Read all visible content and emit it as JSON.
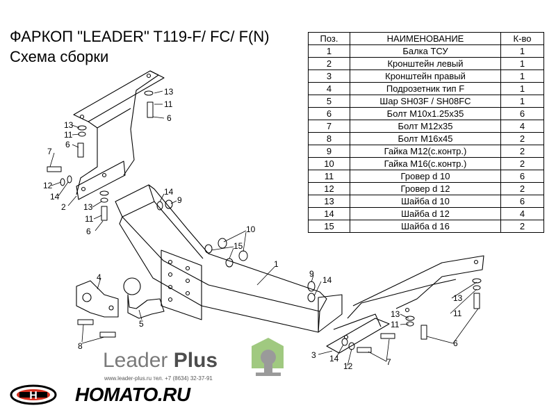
{
  "title": "ФАРКОП \"LEADER\" T119-F/ FC/ F(N)",
  "subtitle": "Схема сборки",
  "table": {
    "headers": [
      "Поз.",
      "НАИМЕНОВАНИЕ",
      "К-во"
    ],
    "rows": [
      [
        "1",
        "Балка ТСУ",
        "1"
      ],
      [
        "2",
        "Кронштейн левый",
        "1"
      ],
      [
        "3",
        "Кронштейн правый",
        "1"
      ],
      [
        "4",
        "Подрозетник тип F",
        "1"
      ],
      [
        "5",
        "Шар SH03F / SH08FC",
        "1"
      ],
      [
        "6",
        "Болт М10х1.25х35",
        "6"
      ],
      [
        "7",
        "Болт М12х35",
        "4"
      ],
      [
        "8",
        "Болт М16х45",
        "2"
      ],
      [
        "9",
        "Гайка М12(с.контр.)",
        "2"
      ],
      [
        "10",
        "Гайка  М16(с.контр.)",
        "2"
      ],
      [
        "11",
        "Гровер d 10",
        "6"
      ],
      [
        "12",
        "Гровер d 12",
        "2"
      ],
      [
        "13",
        "Шайба d 10",
        "6"
      ],
      [
        "14",
        "Шайба d 12",
        "4"
      ],
      [
        "15",
        "Шайба d 16",
        "2"
      ]
    ]
  },
  "callouts": [
    "13",
    "11",
    "6",
    "13",
    "11",
    "6",
    "7",
    "12",
    "14",
    "2",
    "14",
    "9",
    "13",
    "11",
    "6",
    "10",
    "15",
    "1",
    "9",
    "14",
    "4",
    "5",
    "8",
    "13",
    "11",
    "13",
    "11",
    "6",
    "3",
    "14",
    "12",
    "7"
  ],
  "brand": {
    "name_light": "Leader ",
    "name_bold": "Plus",
    "contact": "www.leader-plus.ru   тел. +7 (8634) 32-37-91"
  },
  "watermark": {
    "text": "HOMATO.RU"
  },
  "colors": {
    "line": "#000000",
    "logo_green": "#8fbf6a",
    "logo_gray": "#9a9a9a",
    "watermark_red": "#d32f1f"
  }
}
